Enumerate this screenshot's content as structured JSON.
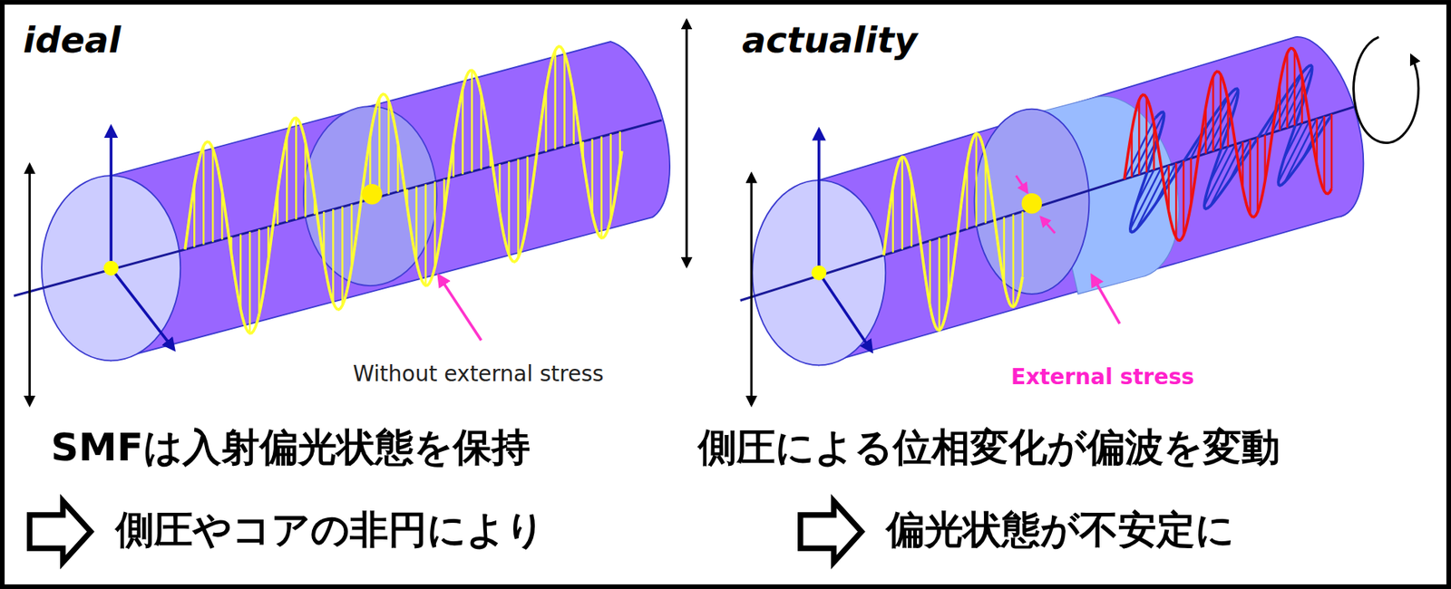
{
  "diagram": {
    "labels": [
      "ideal",
      "actuality",
      "Without external stress",
      "External stress",
      "SMFは入射偏光状態を保持",
      "側圧による位相変化が偏波を変動",
      "側圧やコアの非円により",
      "偏光状態が不安定に"
    ]
  }
}
